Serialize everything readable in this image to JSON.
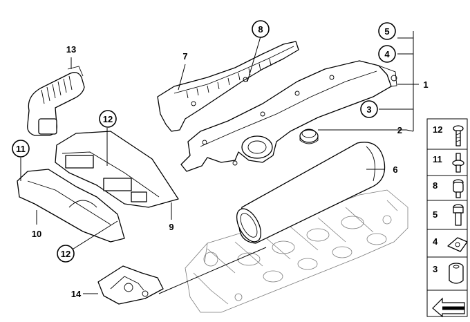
{
  "diagram": {
    "labels": {
      "l1": "1",
      "l2": "2",
      "l3": "3",
      "l4": "4",
      "l5": "5",
      "l6": "6",
      "l7": "7",
      "l8": "8",
      "l9": "9",
      "l10": "10",
      "l11": "11",
      "l12a": "12",
      "l12b": "12",
      "l13": "13",
      "l14": "14"
    },
    "legend": {
      "r12": "12",
      "r11": "11",
      "r8": "8",
      "r5": "5",
      "r4": "4",
      "r3": "3"
    }
  }
}
